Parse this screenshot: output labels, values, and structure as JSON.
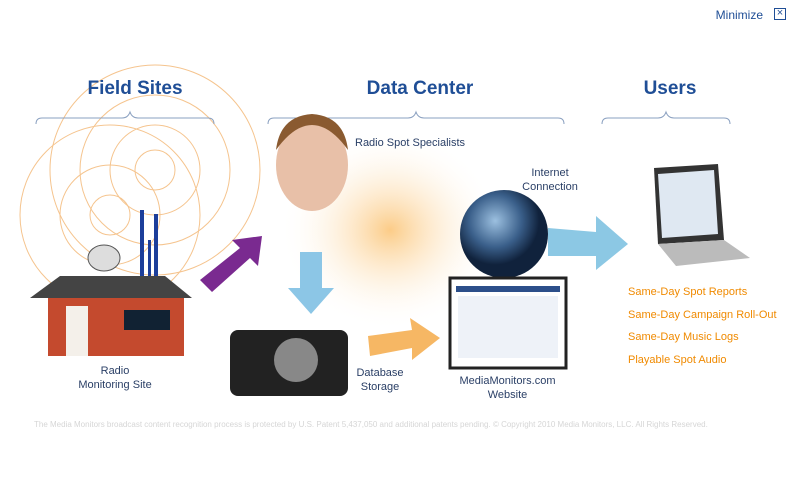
{
  "window": {
    "minimize_label": "Minimize",
    "close_icon": "close-box-icon"
  },
  "sections": {
    "field_sites": "Field Sites",
    "data_center": "Data Center",
    "users": "Users"
  },
  "labels": {
    "radio_spot_specialists": "Radio Spot Specialists",
    "internet_connection_1": "Internet",
    "internet_connection_2": "Connection",
    "radio_site_1": "Radio",
    "radio_site_2": "Monitoring Site",
    "database_1": "Database",
    "database_2": "Storage",
    "website_1": "MediaMonitors.com",
    "website_2": "Website"
  },
  "user_features": [
    "Same-Day Spot Reports",
    "Same-Day Campaign Roll-Out",
    "Same-Day Music Logs",
    "Playable Spot Audio"
  ],
  "footer": "The Media Monitors broadcast content recognition process is protected by U.S. Patent 5,437,050 and additional patents pending.    © Copyright 2010  Media Monitors, LLC.  All Rights Reserved.",
  "colors": {
    "heading": "#1f4e96",
    "feature": "#f08a00"
  }
}
